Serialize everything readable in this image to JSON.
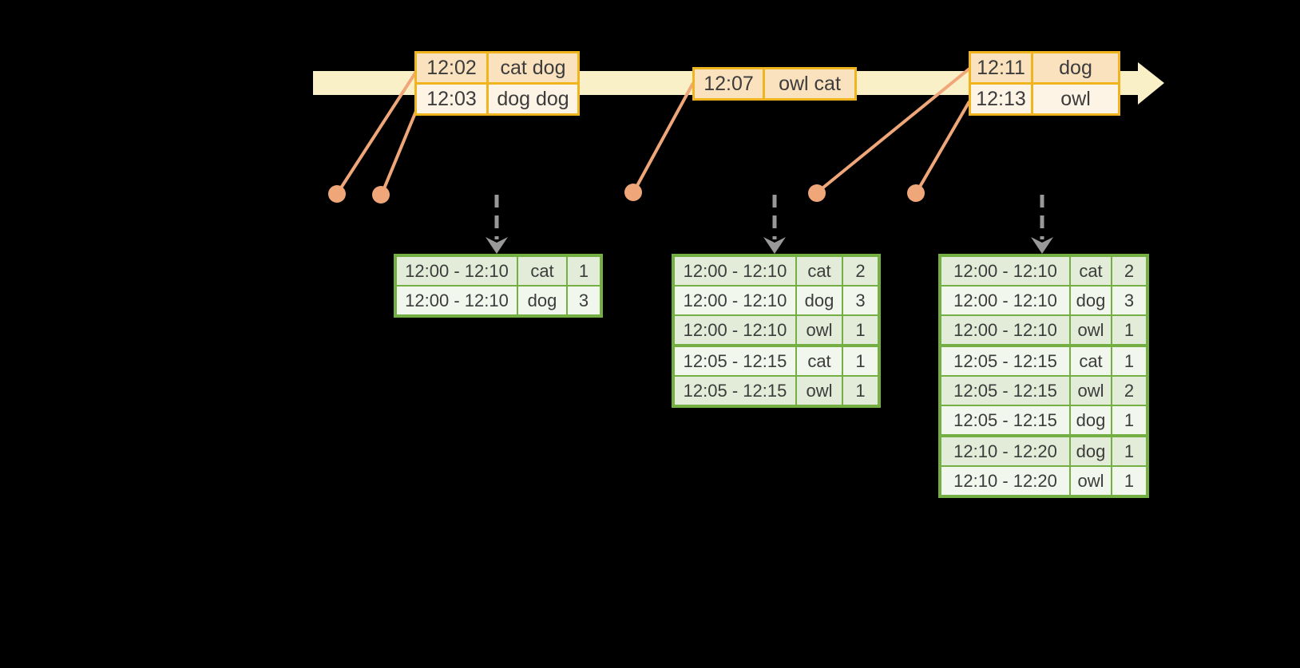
{
  "colors": {
    "background": "#000000",
    "timeline_fill": "#FAF0C8",
    "event_table_border": "#F0B41E",
    "event_row_peach": "#FAE2BE",
    "event_row_cream": "#FDF4E6",
    "connector_line": "#EFA678",
    "trigger_arrow_gray": "#999999",
    "result_table_border": "#74AF43",
    "result_row_dark": "#E3ECD8",
    "result_row_light": "#F2F7ED",
    "table_text": "#3C3C3C"
  },
  "timeline": {
    "batches": [
      {
        "rows": [
          {
            "time": "12:02",
            "words": "cat dog"
          },
          {
            "time": "12:03",
            "words": "dog dog"
          }
        ]
      },
      {
        "rows": [
          {
            "time": "12:07",
            "words": "owl cat"
          }
        ]
      },
      {
        "rows": [
          {
            "time": "12:11",
            "words": "dog"
          },
          {
            "time": "12:13",
            "words": "owl"
          }
        ]
      }
    ]
  },
  "result_tables": [
    {
      "rows": [
        {
          "window": "12:00 - 12:10",
          "word": "cat",
          "count": "1"
        },
        {
          "window": "12:00 - 12:10",
          "word": "dog",
          "count": "3"
        }
      ]
    },
    {
      "rows": [
        {
          "window": "12:00 - 12:10",
          "word": "cat",
          "count": "2"
        },
        {
          "window": "12:00 - 12:10",
          "word": "dog",
          "count": "3"
        },
        {
          "window": "12:00 - 12:10",
          "word": "owl",
          "count": "1"
        },
        {
          "window": "12:05 - 12:15",
          "word": "cat",
          "count": "1"
        },
        {
          "window": "12:05 - 12:15",
          "word": "owl",
          "count": "1"
        }
      ]
    },
    {
      "rows": [
        {
          "window": "12:00 - 12:10",
          "word": "cat",
          "count": "2"
        },
        {
          "window": "12:00 - 12:10",
          "word": "dog",
          "count": "3"
        },
        {
          "window": "12:00 - 12:10",
          "word": "owl",
          "count": "1"
        },
        {
          "window": "12:05 - 12:15",
          "word": "cat",
          "count": "1"
        },
        {
          "window": "12:05 - 12:15",
          "word": "owl",
          "count": "2"
        },
        {
          "window": "12:05 - 12:15",
          "word": "dog",
          "count": "1"
        },
        {
          "window": "12:10 - 12:20",
          "word": "dog",
          "count": "1"
        },
        {
          "window": "12:10 - 12:20",
          "word": "owl",
          "count": "1"
        }
      ]
    }
  ]
}
